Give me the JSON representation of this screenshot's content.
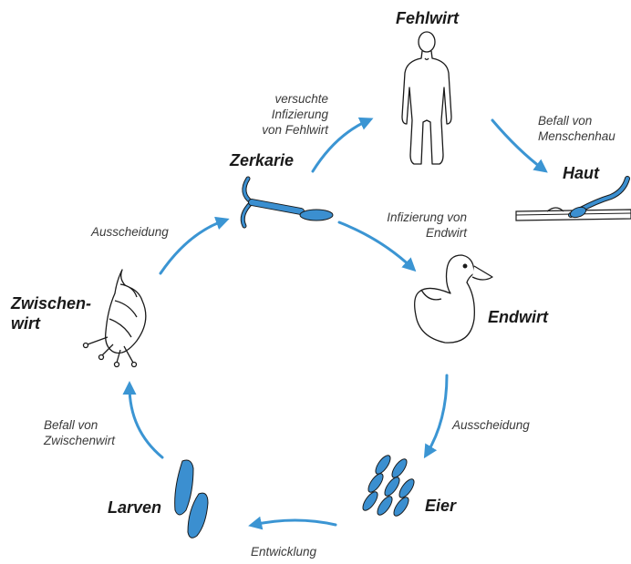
{
  "stages": {
    "fehlwirt": "Fehlwirt",
    "haut": "Haut",
    "zerkarie": "Zerkarie",
    "endwirt": "Endwirt",
    "zwischenwirt": "Zwischen-\nwirt",
    "eier": "Eier",
    "larven": "Larven"
  },
  "steps": {
    "versuchte_infizierung": "versuchte\nInfizierung\nvon Fehlwirt",
    "befall_mensch": "Befall von\nMenschenhau",
    "infizierung_endwirt": "Infizierung von\nEndwirt",
    "ausscheidung_endwirt": "Ausscheidung",
    "entwicklung": "Entwicklung",
    "befall_zwischenwirt": "Befall von\nZwischenwirt",
    "ausscheidung_zwischenwirt": "Ausscheidung"
  },
  "colors": {
    "arrow": "#3b95d3",
    "organism": "#3b8fd0",
    "outline": "#1a1a1a"
  }
}
